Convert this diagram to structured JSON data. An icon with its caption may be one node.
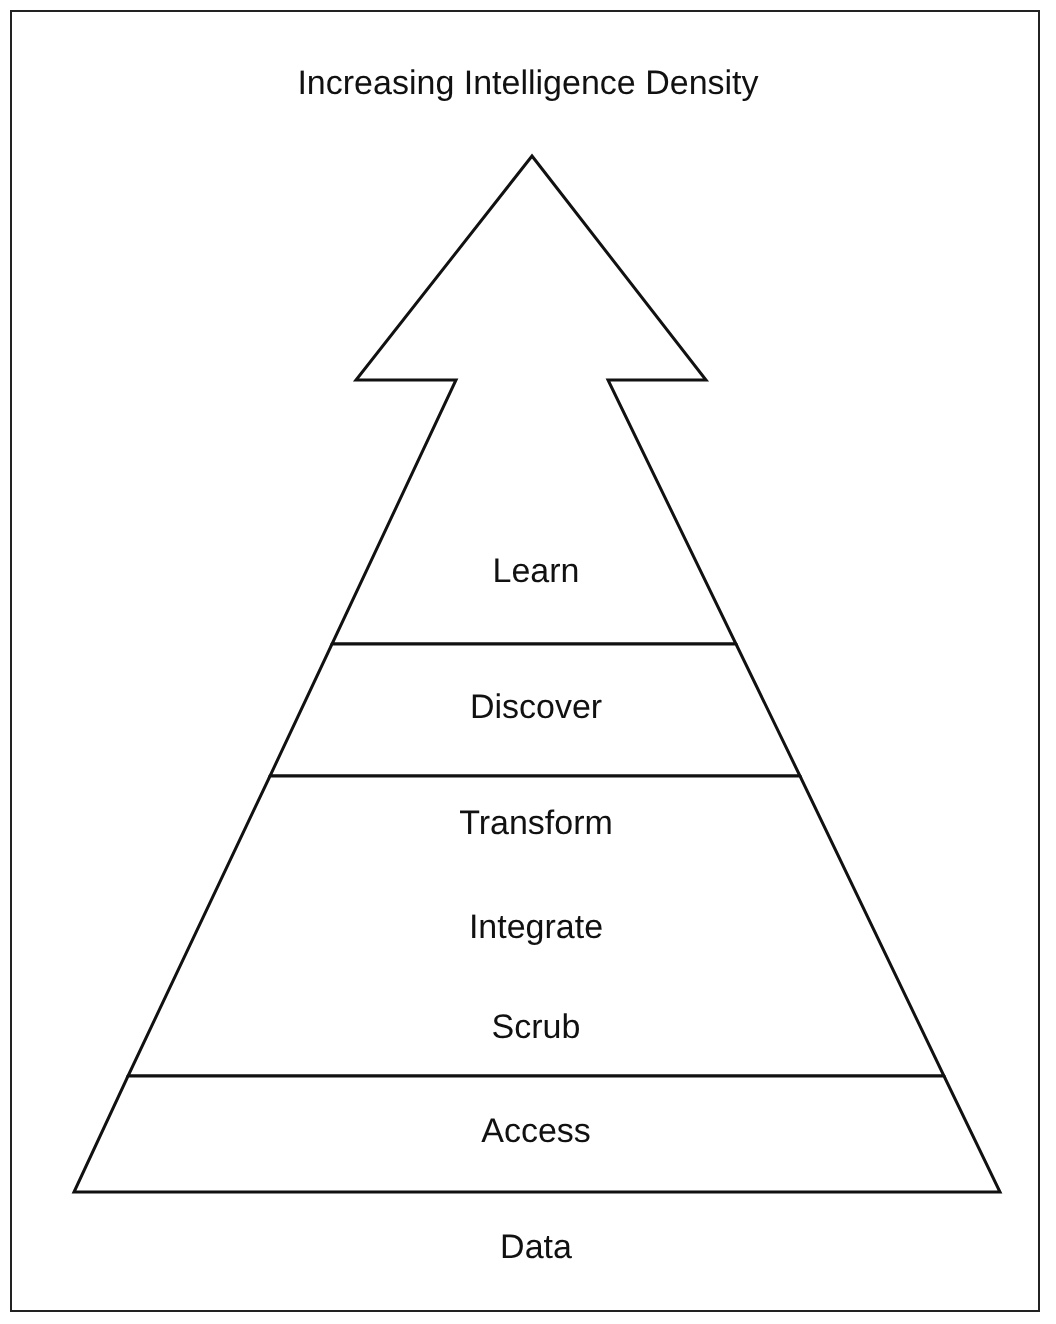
{
  "diagram": {
    "title": "Increasing Intelligence Density",
    "nodes": [
      {
        "text": [
          "Learn"
        ]
      },
      {
        "text": [
          "Discover"
        ]
      },
      {
        "text": [
          "Transform",
          "Integrate",
          "Scrub"
        ]
      },
      {
        "text": [
          "Access"
        ]
      }
    ],
    "labels": [
      "Data"
    ]
  }
}
